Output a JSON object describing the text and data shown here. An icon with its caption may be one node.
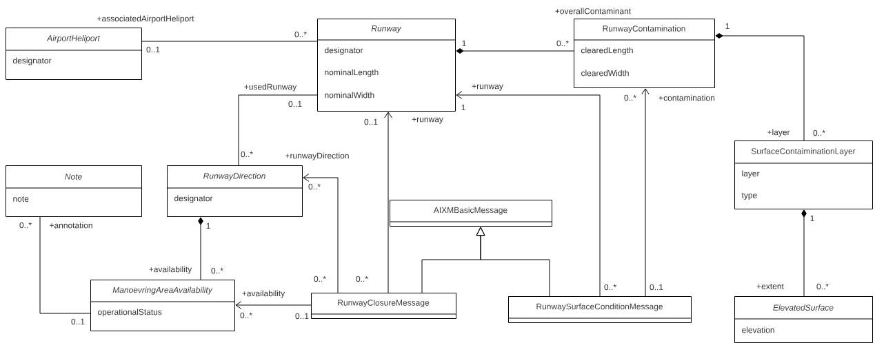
{
  "diagram": {
    "nodes": [
      {
        "text": [
          "AirportHeliport",
          "designator"
        ]
      },
      {
        "text": [
          "Runway",
          "designator",
          "nominalLength",
          "nominalWidth"
        ]
      },
      {
        "text": [
          "RunwayContamination",
          "clearedLength",
          "clearedWidth"
        ]
      },
      {
        "text": [
          "SurfaceContaiminationLayer",
          "layer",
          "type"
        ]
      },
      {
        "text": [
          "Note",
          "note"
        ]
      },
      {
        "text": [
          "RunwayDirection",
          "designator"
        ]
      },
      {
        "text": [
          "AIXMBasicMessage"
        ]
      },
      {
        "text": [
          "ManoevringAreaAvailability",
          "operationalStatus"
        ]
      },
      {
        "text": [
          "RunwayClosureMessage"
        ]
      },
      {
        "text": [
          "RunwaySurfaceConditionMessage"
        ]
      },
      {
        "text": [
          "ElevatedSurface",
          "elevation"
        ]
      }
    ],
    "edges": [
      {
        "from": 0,
        "to": 1,
        "arrow": "none"
      },
      {
        "from": 2,
        "to": 1,
        "arrow": "other"
      },
      {
        "from": 5,
        "to": 1,
        "arrow": "none"
      },
      {
        "from": 8,
        "to": 1,
        "arrow": "to"
      },
      {
        "from": 9,
        "to": 1,
        "arrow": "to"
      },
      {
        "from": 9,
        "to": 2,
        "arrow": "to"
      },
      {
        "from": 3,
        "to": 2,
        "arrow": "other"
      },
      {
        "from": 8,
        "to": 5,
        "arrow": "to"
      },
      {
        "from": 7,
        "to": 5,
        "arrow": "other"
      },
      {
        "from": 4,
        "to": 7,
        "arrow": "none"
      },
      {
        "from": 8,
        "to": 7,
        "arrow": "to"
      },
      {
        "from": 8,
        "to": 6,
        "arrow": "to"
      },
      {
        "from": 9,
        "to": 6,
        "arrow": "to"
      },
      {
        "from": 10,
        "to": 3,
        "arrow": "other"
      }
    ],
    "labels": [
      "+associatedAirportHeliport",
      "+overallContaminant",
      "1",
      "0..*",
      "0..1",
      "1",
      "0..*",
      "+usedRunway",
      "+runway",
      "0..*",
      "+contamination",
      "0..1",
      "1",
      "0..1",
      "+runway",
      "+layer",
      "0..*",
      "0..*",
      "+runwayDirection",
      "0..*",
      "0..*",
      "+annotation",
      "1",
      "+availability",
      "0..*",
      "0..*",
      "0..*",
      "+availability",
      "0..*",
      "0..1",
      "0..1",
      "0..*",
      "0..1",
      "1",
      "+extent",
      "0..*"
    ]
  }
}
